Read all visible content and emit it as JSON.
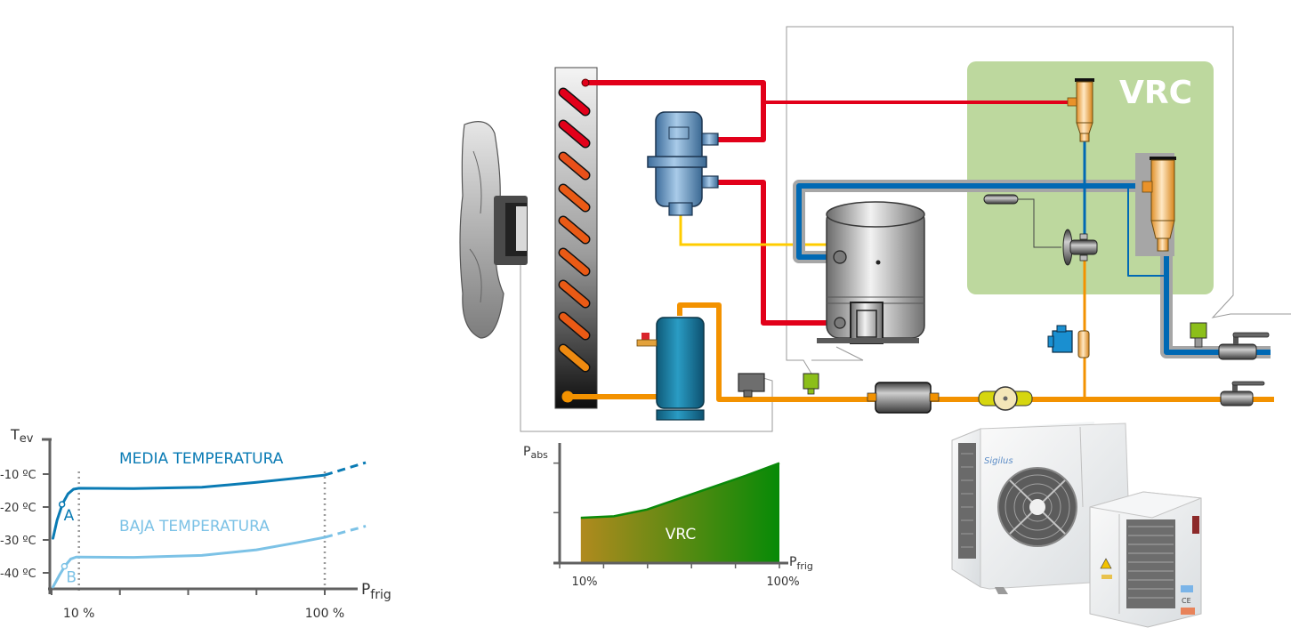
{
  "schematic": {
    "vrc_label": "VRC",
    "components": [
      "fan-motor",
      "condenser-coil",
      "oil-separator",
      "liquid-receiver",
      "pressure-switch",
      "compressor",
      "vrc-module",
      "vrc-pilot-valve",
      "vrc-main-valve",
      "thermostatic-bulb",
      "expansion-valve",
      "solenoid-valve",
      "filter-drier",
      "sight-glass",
      "ball-valve-suction",
      "ball-valve-liquid"
    ],
    "colors": {
      "discharge_line": "#e2001a",
      "liquid_line": "#f39200",
      "oil_line": "#ffcc00",
      "suction_line": "#0069b4",
      "vrc_panel": "#bdd89e"
    }
  },
  "product_photo": {
    "brand_label": "Sigilus",
    "ce_mark": "CE"
  },
  "chart_data": [
    {
      "type": "line",
      "title": "",
      "ylabel": "T",
      "ylabel_sub": "ev",
      "xlabel": "P",
      "xlabel_sub": "frig",
      "xlim": [
        0,
        125
      ],
      "ylim": [
        -46,
        0
      ],
      "x_ticks": [
        0,
        25,
        50,
        75,
        100
      ],
      "x_tick_labels": [
        {
          "x": 10,
          "label": "10 %"
        },
        {
          "x": 100,
          "label": "100 %"
        }
      ],
      "y_ticks": [
        {
          "y": -10,
          "label": "-10 ºC"
        },
        {
          "y": -20,
          "label": "-20 ºC"
        },
        {
          "y": -30,
          "label": "-30 ºC"
        },
        {
          "y": -40,
          "label": "-40 ºC"
        }
      ],
      "reference_lines_x": [
        10,
        100
      ],
      "series": [
        {
          "name": "MEDIA TEMPERATURA",
          "color": "#0a7bb4",
          "points": [
            [
              0.5,
              -29.5
            ],
            [
              2,
              -24
            ],
            [
              4,
              -19
            ],
            [
              6,
              -16
            ],
            [
              8,
              -14.6
            ],
            [
              10,
              -14.3
            ],
            [
              30,
              -14.4
            ],
            [
              55,
              -14
            ],
            [
              75,
              -12.5
            ],
            [
              90,
              -11.2
            ],
            [
              100,
              -10.3
            ]
          ],
          "extrapolation": [
            [
              100,
              -10.3
            ],
            [
              115,
              -6.5
            ]
          ],
          "marker": {
            "x": 3.8,
            "y": -19.2,
            "label": "A"
          }
        },
        {
          "name": "BAJA TEMPERATURA",
          "color": "#7cc2e6",
          "points": [
            [
              0.5,
              -44.3
            ],
            [
              3,
              -40.5
            ],
            [
              5,
              -37.8
            ],
            [
              7,
              -35.8
            ],
            [
              9,
              -35.2
            ],
            [
              10,
              -35.2
            ],
            [
              30,
              -35.3
            ],
            [
              55,
              -34.7
            ],
            [
              75,
              -33
            ],
            [
              90,
              -30.8
            ],
            [
              100,
              -29.2
            ]
          ],
          "extrapolation": [
            [
              100,
              -29.2
            ],
            [
              115,
              -25.8
            ]
          ],
          "marker": {
            "x": 4.7,
            "y": -38,
            "label": "B"
          }
        }
      ]
    },
    {
      "type": "area",
      "title": "",
      "ylabel": "P",
      "ylabel_sub": "abs",
      "xlabel": "P",
      "xlabel_sub": "frig",
      "xlim": [
        0,
        100
      ],
      "ylim": [
        0,
        100
      ],
      "x_ticks": [
        0,
        20,
        40,
        60,
        80,
        100
      ],
      "x_tick_labels": [
        {
          "x": 10,
          "label": "10%"
        },
        {
          "x": 100,
          "label": "100%"
        }
      ],
      "y_ticks": [
        50,
        100
      ],
      "area_label": "VRC",
      "series": [
        {
          "name": "P_abs",
          "color": "#0a8a0a",
          "gradient": [
            "#b08a1e",
            "#078a07"
          ],
          "points": [
            [
              10,
              43
            ],
            [
              25,
              44.5
            ],
            [
              40,
              51
            ],
            [
              55,
              62
            ],
            [
              70,
              73
            ],
            [
              85,
              84
            ],
            [
              100,
              96
            ]
          ]
        }
      ]
    }
  ]
}
